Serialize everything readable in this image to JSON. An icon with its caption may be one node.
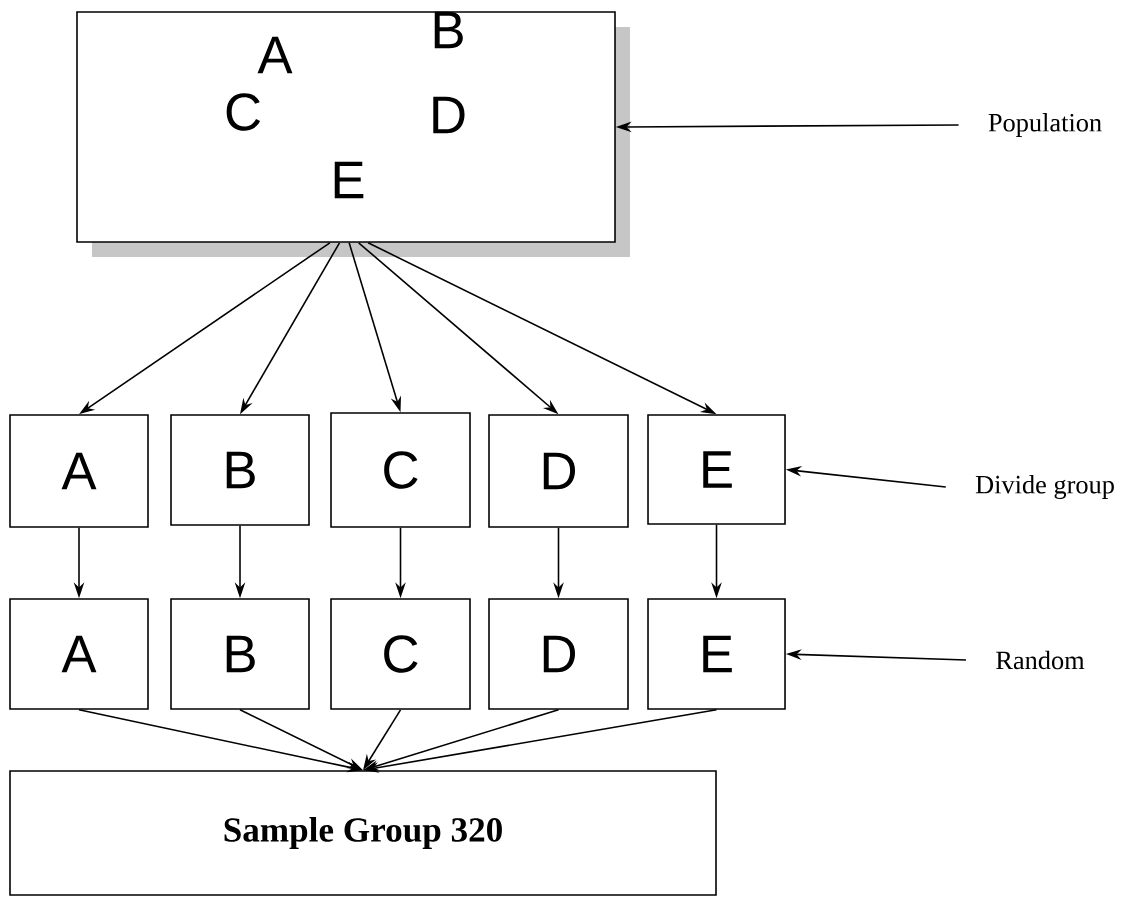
{
  "diagram": {
    "nodes": [
      {
        "text": [
          "A",
          "B",
          "C",
          "D",
          "E"
        ]
      },
      {
        "text": [
          "Population"
        ]
      },
      {
        "text": [
          "A"
        ]
      },
      {
        "text": [
          "B"
        ]
      },
      {
        "text": [
          "C"
        ]
      },
      {
        "text": [
          "D"
        ]
      },
      {
        "text": [
          "E"
        ]
      },
      {
        "text": [
          "Divide group"
        ]
      },
      {
        "text": [
          "A"
        ]
      },
      {
        "text": [
          "B"
        ]
      },
      {
        "text": [
          "C"
        ]
      },
      {
        "text": [
          "D"
        ]
      },
      {
        "text": [
          "E"
        ]
      },
      {
        "text": [
          "Random"
        ]
      },
      {
        "text": [
          "Sample Group 320"
        ]
      }
    ],
    "edges": [
      {
        "from": 1,
        "to": 0,
        "arrow": "to"
      },
      {
        "from": 0,
        "to": 2,
        "arrow": "to"
      },
      {
        "from": 0,
        "to": 3,
        "arrow": "to"
      },
      {
        "from": 0,
        "to": 4,
        "arrow": "to"
      },
      {
        "from": 0,
        "to": 5,
        "arrow": "to"
      },
      {
        "from": 0,
        "to": 6,
        "arrow": "to"
      },
      {
        "from": 7,
        "to": 6,
        "arrow": "to"
      },
      {
        "from": 2,
        "to": 8,
        "arrow": "to"
      },
      {
        "from": 3,
        "to": 9,
        "arrow": "to"
      },
      {
        "from": 4,
        "to": 10,
        "arrow": "to"
      },
      {
        "from": 5,
        "to": 11,
        "arrow": "to"
      },
      {
        "from": 6,
        "to": 12,
        "arrow": "to"
      },
      {
        "from": 13,
        "to": 12,
        "arrow": "to"
      },
      {
        "from": 8,
        "to": 14,
        "arrow": "to"
      },
      {
        "from": 9,
        "to": 14,
        "arrow": "to"
      },
      {
        "from": 10,
        "to": 14,
        "arrow": "to"
      },
      {
        "from": 11,
        "to": 14,
        "arrow": "to"
      },
      {
        "from": 12,
        "to": 14,
        "arrow": "to"
      }
    ]
  }
}
